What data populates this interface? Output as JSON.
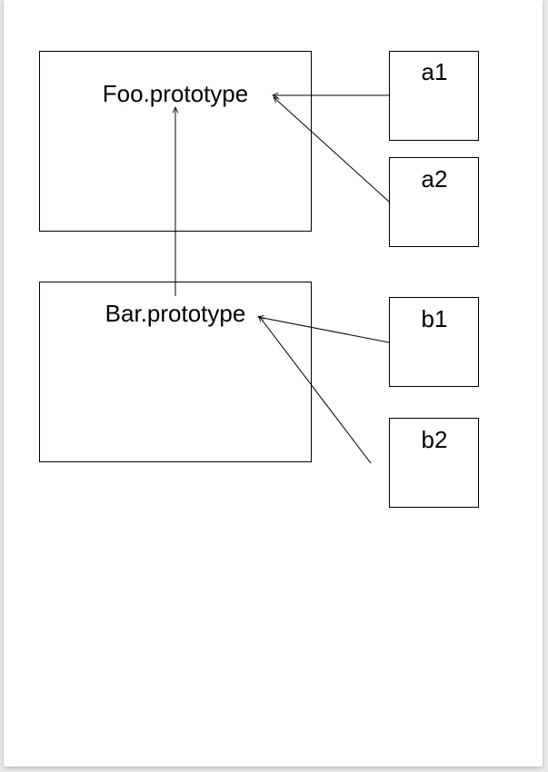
{
  "diagram": {
    "nodes": {
      "foo_prototype": "Foo.prototype",
      "bar_prototype": "Bar.prototype",
      "a1": "a1",
      "a2": "a2",
      "b1": "b1",
      "b2": "b2"
    },
    "edges": [
      {
        "from": "a1",
        "to": "foo_prototype"
      },
      {
        "from": "a2",
        "to": "foo_prototype"
      },
      {
        "from": "bar_prototype",
        "to": "foo_prototype"
      },
      {
        "from": "b1",
        "to": "bar_prototype"
      },
      {
        "from": "b2",
        "to": "bar_prototype"
      }
    ]
  }
}
